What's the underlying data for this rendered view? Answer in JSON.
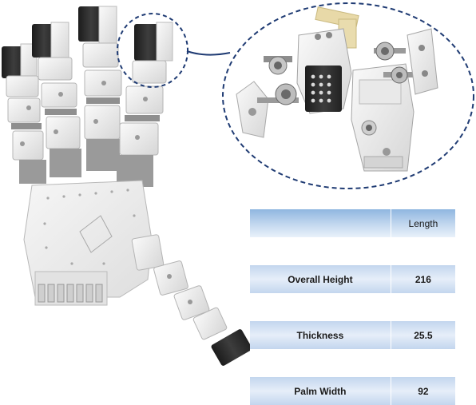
{
  "table": {
    "header": [
      "",
      "Length"
    ],
    "rows": [
      {
        "label": "Overall Height",
        "value": "216"
      },
      {
        "label": "Thickness",
        "value": "25.5"
      },
      {
        "label": "Palm Width",
        "value": "92"
      }
    ]
  },
  "colors": {
    "callout_line": "#1f3b73",
    "table_header": "#8fb6e0",
    "table_band": "#d3e1f3",
    "part_white": "#eeeeee",
    "part_shadow": "#b9b9b9",
    "motor_dark": "#2a2a2a",
    "brass": "#e8d9a8"
  }
}
